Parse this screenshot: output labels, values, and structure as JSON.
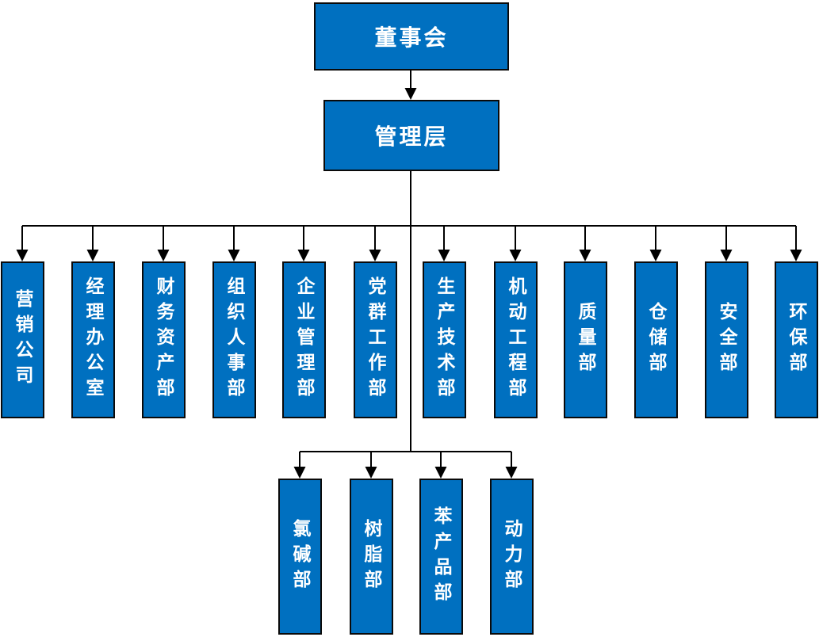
{
  "org_chart": {
    "root": {
      "label": "董事会"
    },
    "management": {
      "label": "管理层"
    },
    "departments": [
      {
        "label": "营销公司"
      },
      {
        "label": "经理办公室"
      },
      {
        "label": "财务资产部"
      },
      {
        "label": "组织人事部"
      },
      {
        "label": "企业管理部"
      },
      {
        "label": "党群工作部"
      },
      {
        "label": "生产技术部"
      },
      {
        "label": "机动工程部"
      },
      {
        "label": "质量部"
      },
      {
        "label": "仓储部"
      },
      {
        "label": "安全部"
      },
      {
        "label": "环保部"
      }
    ],
    "production_departments": [
      {
        "label": "氯碱部"
      },
      {
        "label": "树脂部"
      },
      {
        "label": "苯产品部"
      },
      {
        "label": "动力部"
      }
    ],
    "colors": {
      "box_fill": "#0070c0",
      "box_border": "#0a0a0a",
      "connector": "#000000",
      "text": "#ffffff",
      "background": "#ffffff"
    }
  }
}
